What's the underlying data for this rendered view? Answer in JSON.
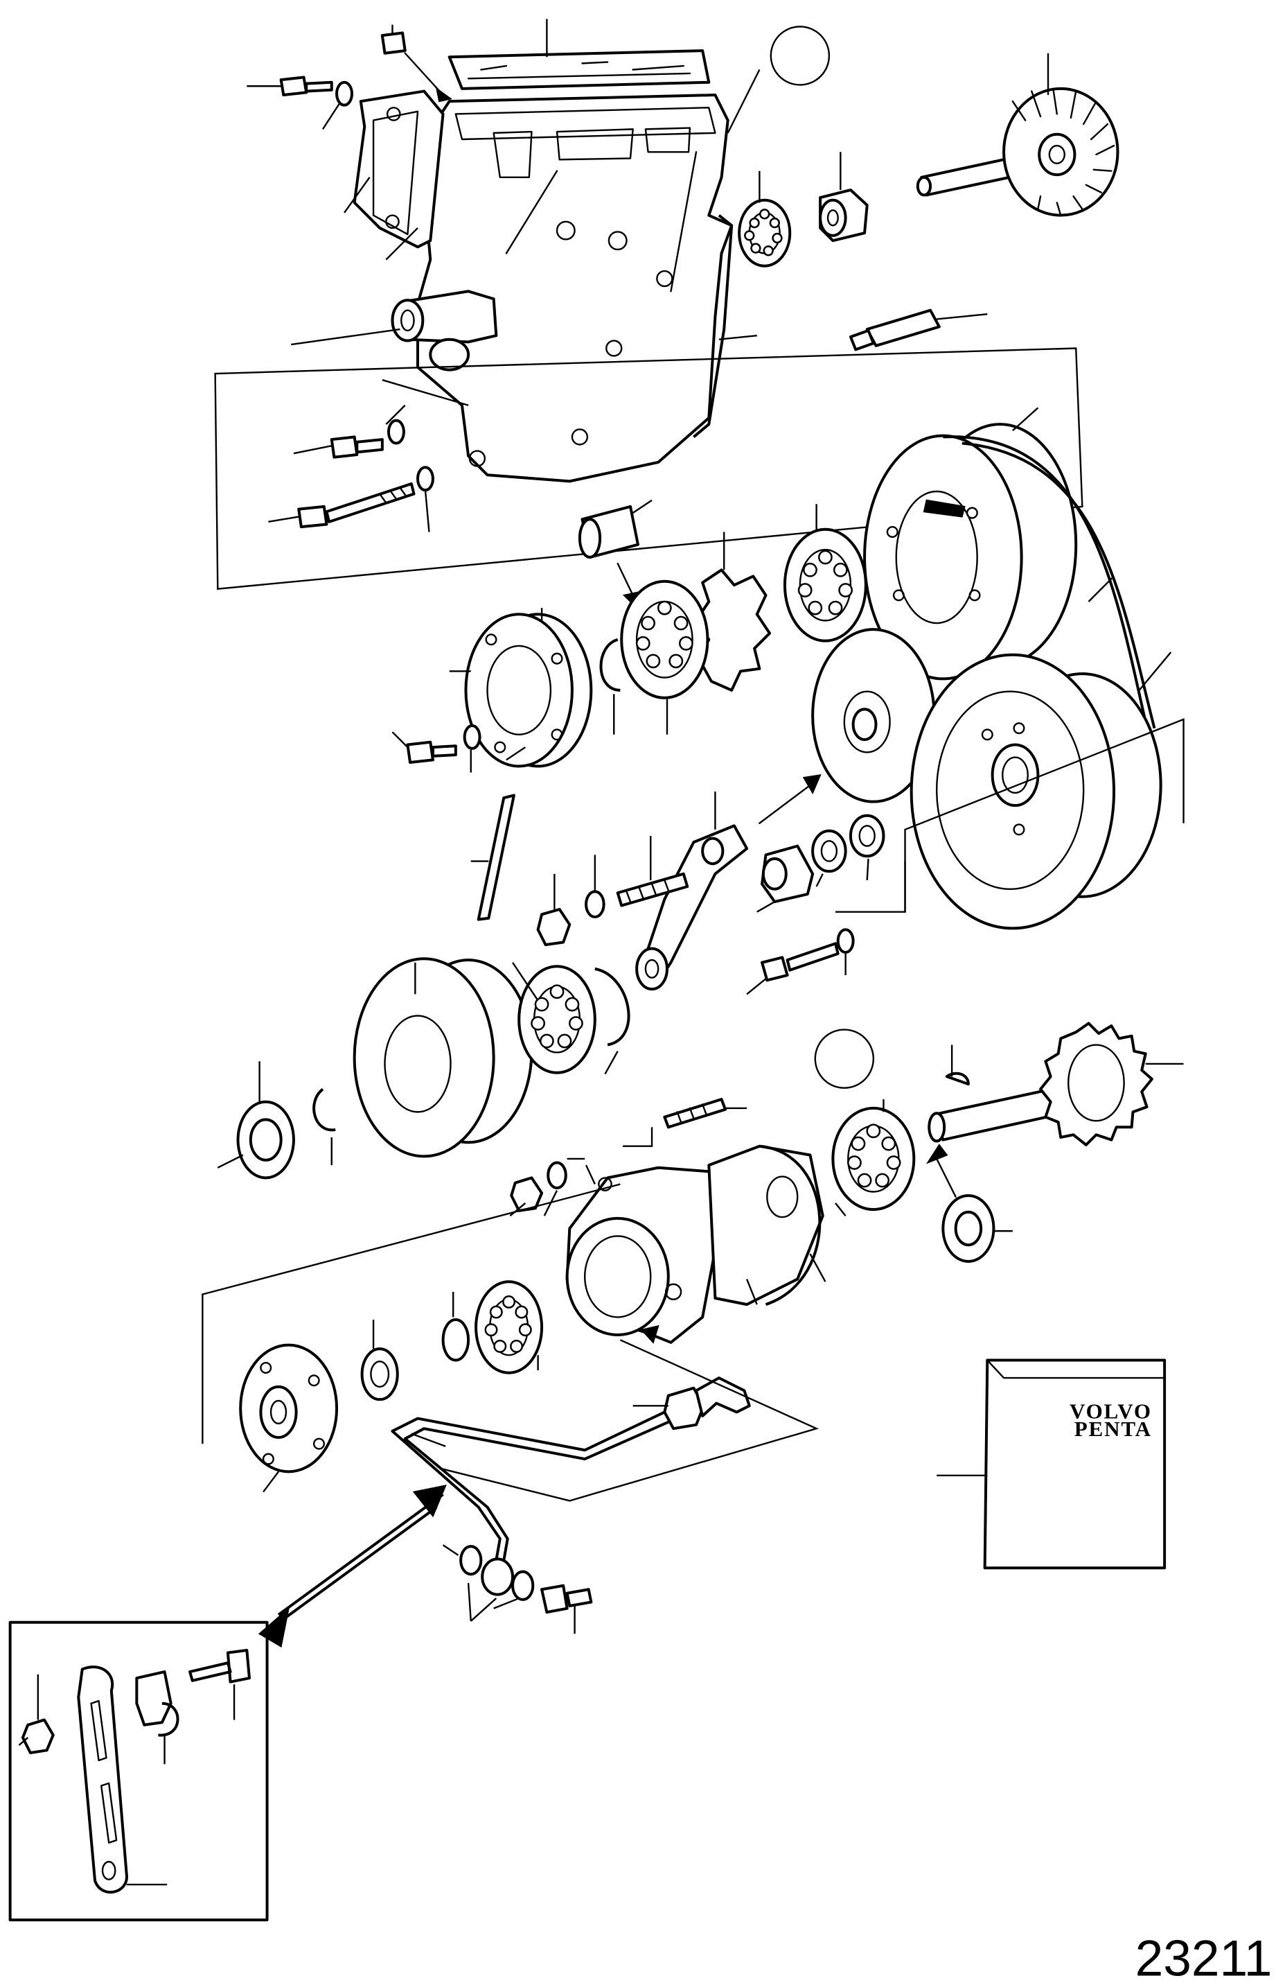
{
  "diagram": {
    "figure_number": "23211",
    "brand_line_1": "VOLVO",
    "brand_line_2": "PENTA"
  }
}
